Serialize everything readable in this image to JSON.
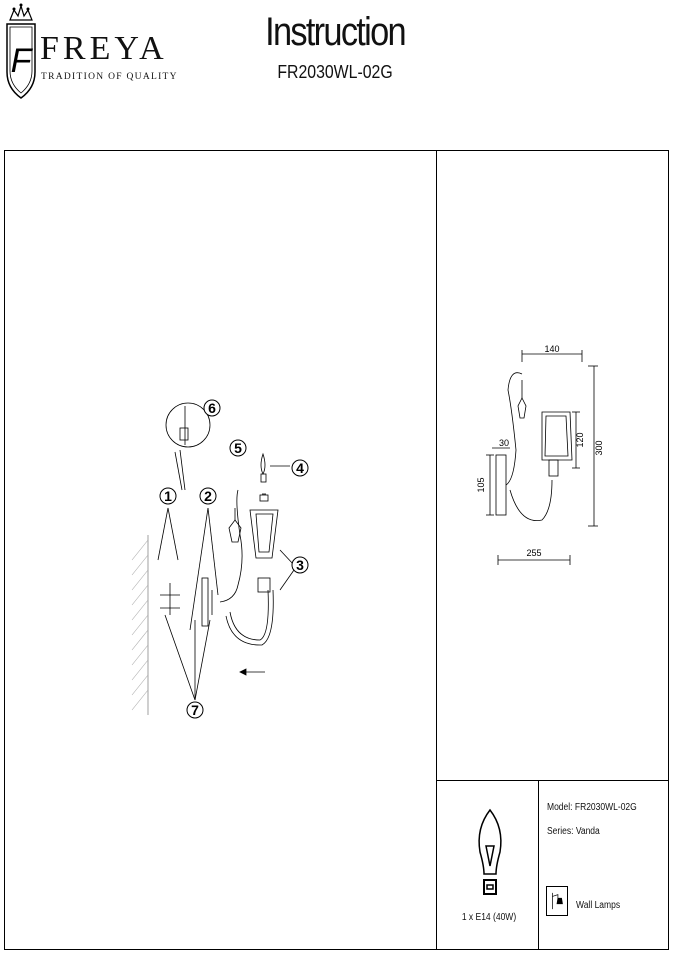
{
  "brand": {
    "name": "FREYA",
    "tagline": "TRADITION OF QUALITY",
    "monogram": "F"
  },
  "header": {
    "title": "Instruction",
    "code": "FR2030WL-02G"
  },
  "assembly": {
    "callouts": [
      "1",
      "2",
      "3",
      "4",
      "5",
      "6",
      "7"
    ]
  },
  "dimensions": {
    "width_top": "140",
    "offset": "30",
    "height_shade": "120",
    "height_total": "300",
    "mount_height": "105",
    "width_total": "255"
  },
  "spec": {
    "bulb": "1 x E14 (40W)",
    "model": "Model: FR2030WL-02G",
    "series": "Series: Vanda",
    "category": "Wall Lamps"
  }
}
